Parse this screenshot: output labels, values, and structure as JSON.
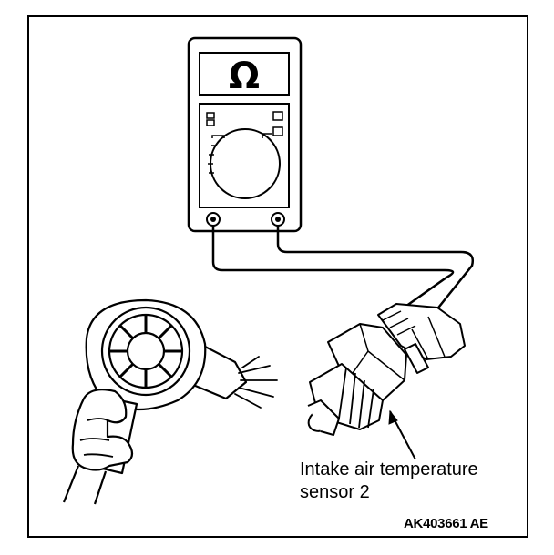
{
  "meter": {
    "symbol": "Ω"
  },
  "callout": {
    "line1": "Intake air temperature",
    "line2": "sensor 2"
  },
  "figure_code": "AK403661 AE",
  "colors": {
    "ink": "#000000",
    "paper": "#ffffff"
  }
}
